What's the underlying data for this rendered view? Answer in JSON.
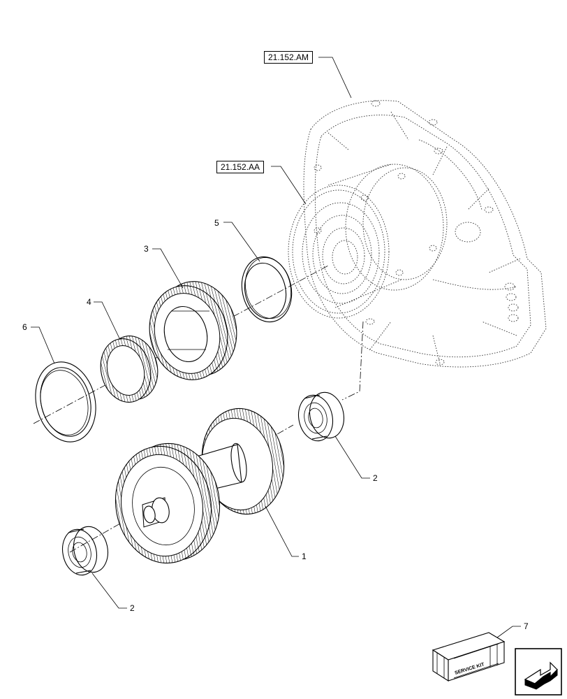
{
  "references": {
    "housing": "21.152.AM",
    "clutch_assembly": "21.152.AA"
  },
  "callouts": {
    "gear_shaft": "1",
    "bearing_right": "2",
    "bearing_left": "2",
    "gear": "3",
    "synchronizer_ring": "4",
    "thrust_washer_5": "5",
    "thrust_washer_6": "6",
    "service_kit": "7"
  },
  "service_kit_label": "SERVICE KIT",
  "icons": {
    "next_page": "next-page-arrow-icon"
  }
}
